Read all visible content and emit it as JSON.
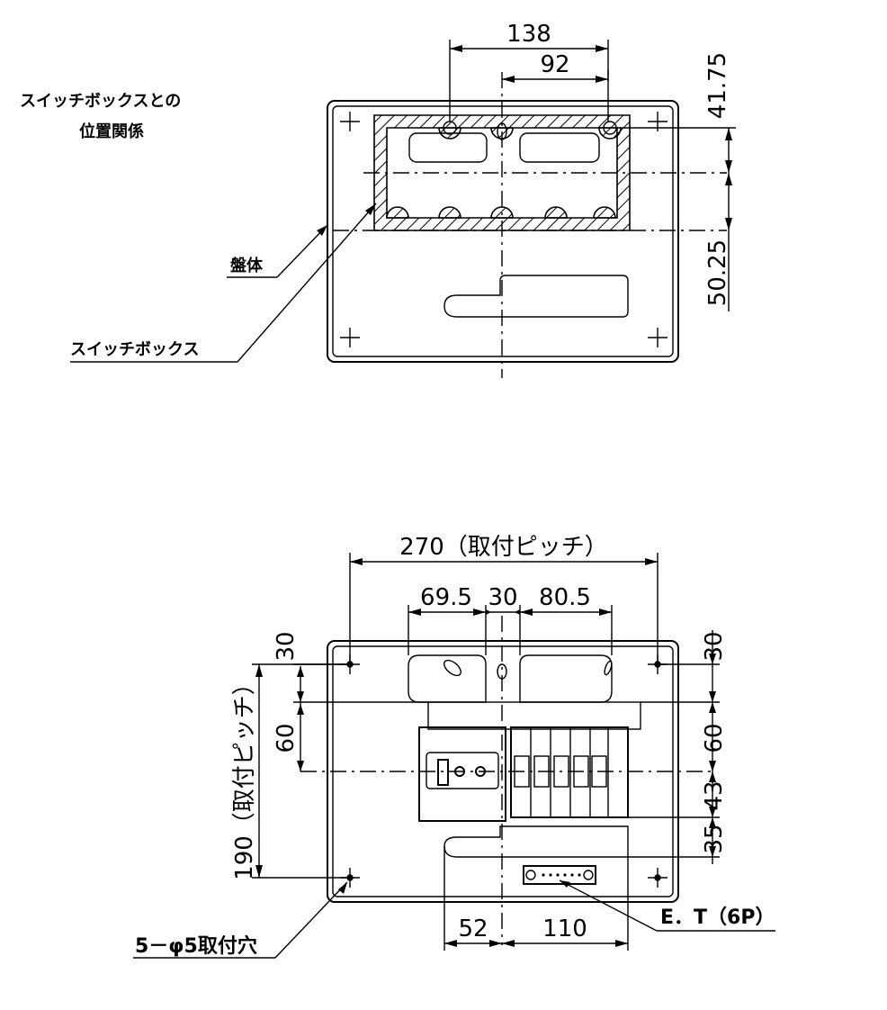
{
  "top_view": {
    "title_line1": "スイッチボックスとの",
    "title_line2": "位置関係",
    "label_body": "盤体",
    "label_switchbox": "スイッチボックス",
    "dim_138": "138",
    "dim_92": "92",
    "dim_41_75": "41.75",
    "dim_50_25": "50.25"
  },
  "front_view": {
    "dim_pitch_w": "270（取付ピッチ）",
    "dim_69_5": "69.5",
    "dim_30_mid": "30",
    "dim_80_5": "80.5",
    "dim_30_left": "30",
    "dim_60_left": "60",
    "dim_pitch_h": "190（取付ピッチ）",
    "dim_30_right": "30",
    "dim_60_right": "60",
    "dim_43": "43",
    "dim_35": "35",
    "dim_52": "52",
    "dim_110": "110",
    "label_et": "E．T（6P）",
    "label_holes": "5－φ5取付穴"
  }
}
